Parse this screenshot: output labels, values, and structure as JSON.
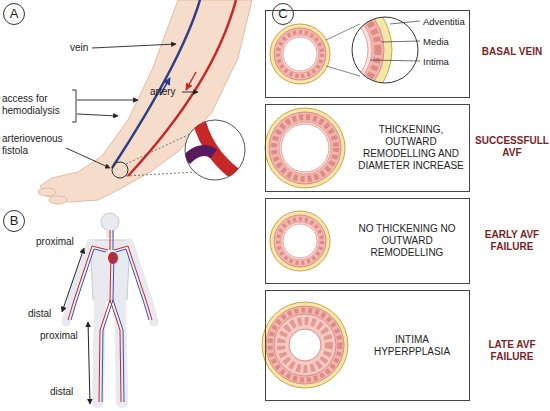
{
  "diagram": {
    "nodes": [
      {
        "text": [
          "A"
        ]
      },
      {
        "text": [
          "B"
        ]
      },
      {
        "text": [
          "C"
        ]
      },
      {
        "text": [
          "Adventitia",
          "Media",
          "Intima",
          "BASAL VEIN"
        ]
      },
      {
        "text": [
          "THICKENING, OUTWARD REMODELLING AND DIAMETER INCREASE",
          "SUCCESSFULL AVF"
        ]
      },
      {
        "text": [
          "NO THICKENING NO OUTWARD REMODELLING",
          "EARLY AVF FAILURE"
        ]
      },
      {
        "text": [
          "INTIMA HYPERPPLASIA",
          "LATE AVF FAILURE"
        ]
      }
    ],
    "labels": [
      "vein",
      "access for hemodialysis",
      "artery",
      "arteriovenous fistola",
      "proximal",
      "distal",
      "proximal",
      "distal"
    ]
  }
}
